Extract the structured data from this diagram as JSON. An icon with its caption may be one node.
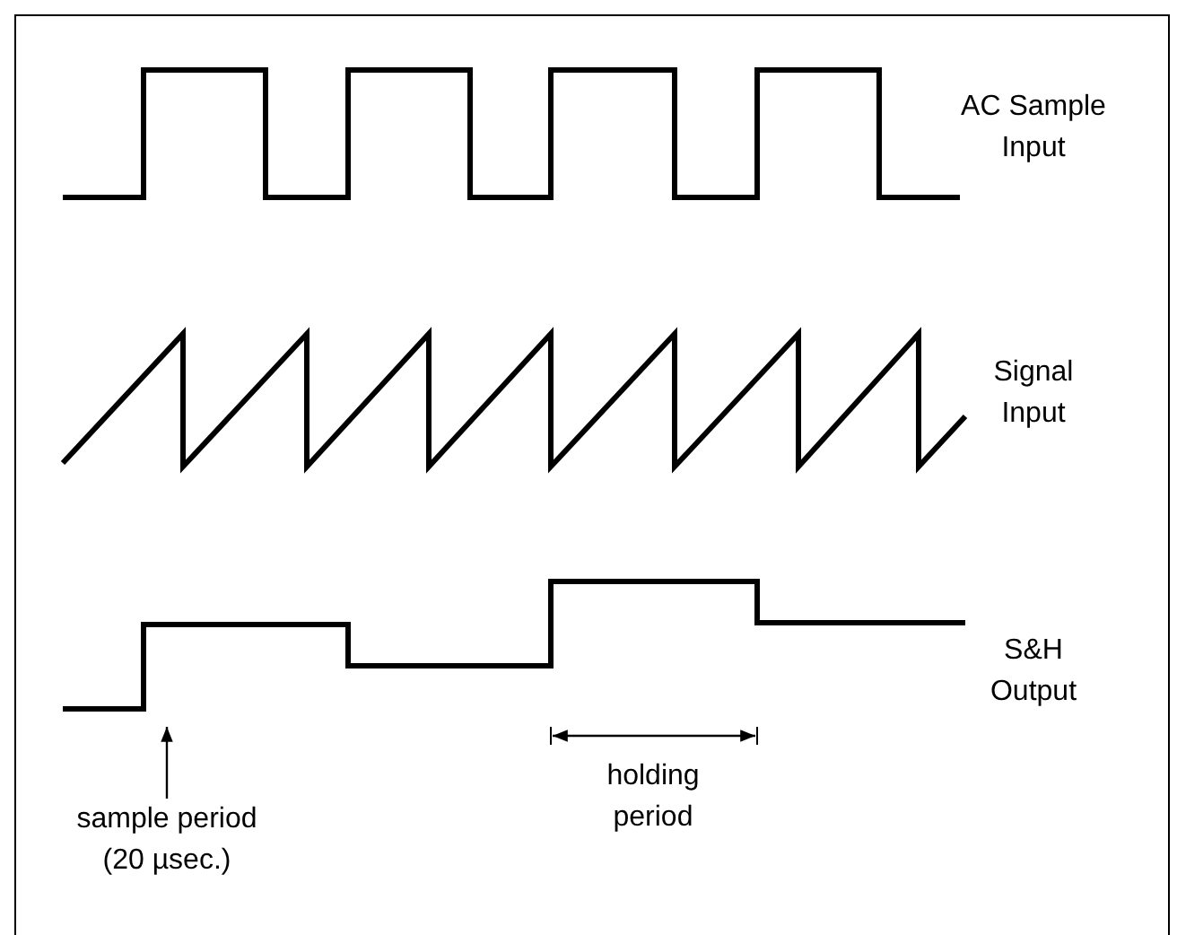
{
  "diagram": {
    "nodes": [
      {
        "text": [
          "sample period (20 µsec.)"
        ]
      },
      {
        "text": [],
        "shape": "picture"
      }
    ],
    "edges": [
      {
        "from": 0,
        "to": 1,
        "arrow": "to"
      }
    ],
    "labels": [
      "AC Sample Input",
      "Signal Input",
      "S&H Output",
      "holding period"
    ]
  }
}
